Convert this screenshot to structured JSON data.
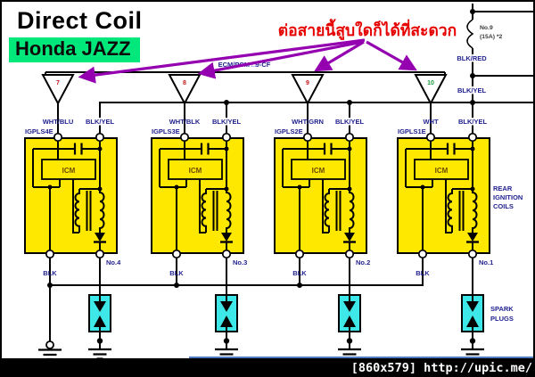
{
  "header": {
    "title": "Direct Coil",
    "subtitle": "Honda JAZZ",
    "highlight_color": "#00e87c"
  },
  "note": {
    "thai_text": "ต่อสายนี้สูบใดก็ได้ที่สะดวก",
    "color": "#e60000"
  },
  "ecm": {
    "label": "ECM/PCM □9-CF"
  },
  "connectors": [
    {
      "number": "7",
      "color": "#c11616"
    },
    {
      "number": "8",
      "color": "#c11616"
    },
    {
      "number": "9",
      "color": "#c11616"
    },
    {
      "number": "10",
      "color": "#1a9a3c"
    }
  ],
  "coils": [
    {
      "id": "IGPLS4E",
      "trigger_wire": "WHT/BLU",
      "power_wire": "BLK/YEL",
      "ground_wire": "BLK",
      "module": "ICM",
      "cylinder": "No.4"
    },
    {
      "id": "IGPLS3E",
      "trigger_wire": "WHT/BLK",
      "power_wire": "BLK/YEL",
      "ground_wire": "BLK",
      "module": "ICM",
      "cylinder": "No.3"
    },
    {
      "id": "IGPLS2E",
      "trigger_wire": "WHT/GRN",
      "power_wire": "BLK/YEL",
      "ground_wire": "BLK",
      "module": "ICM",
      "cylinder": "No.2"
    },
    {
      "id": "IGPLS1E",
      "trigger_wire": "WHT",
      "power_wire": "BLK/YEL",
      "ground_wire": "BLK",
      "module": "ICM",
      "cylinder": "No.1"
    }
  ],
  "power_feed": {
    "fuse_no": "No.9",
    "fuse_rating": "(15A) *2",
    "wire_upper": "BLK/RED",
    "wire_mid": "BLK/YEL"
  },
  "side_labels": {
    "coils_line1": "REAR",
    "coils_line2": "IGNITION",
    "coils_line3": "COILS",
    "plugs_line1": "SPARK",
    "plugs_line2": "PLUGS"
  },
  "footer": {
    "caption": "[860x579] http://upic.me/"
  },
  "colors": {
    "wire_label": "#1f1f8f",
    "coil_fill": "#ffe800",
    "plug_fill": "#3fe8e8",
    "arrow": "#9400b0",
    "note_red": "#e60000"
  }
}
